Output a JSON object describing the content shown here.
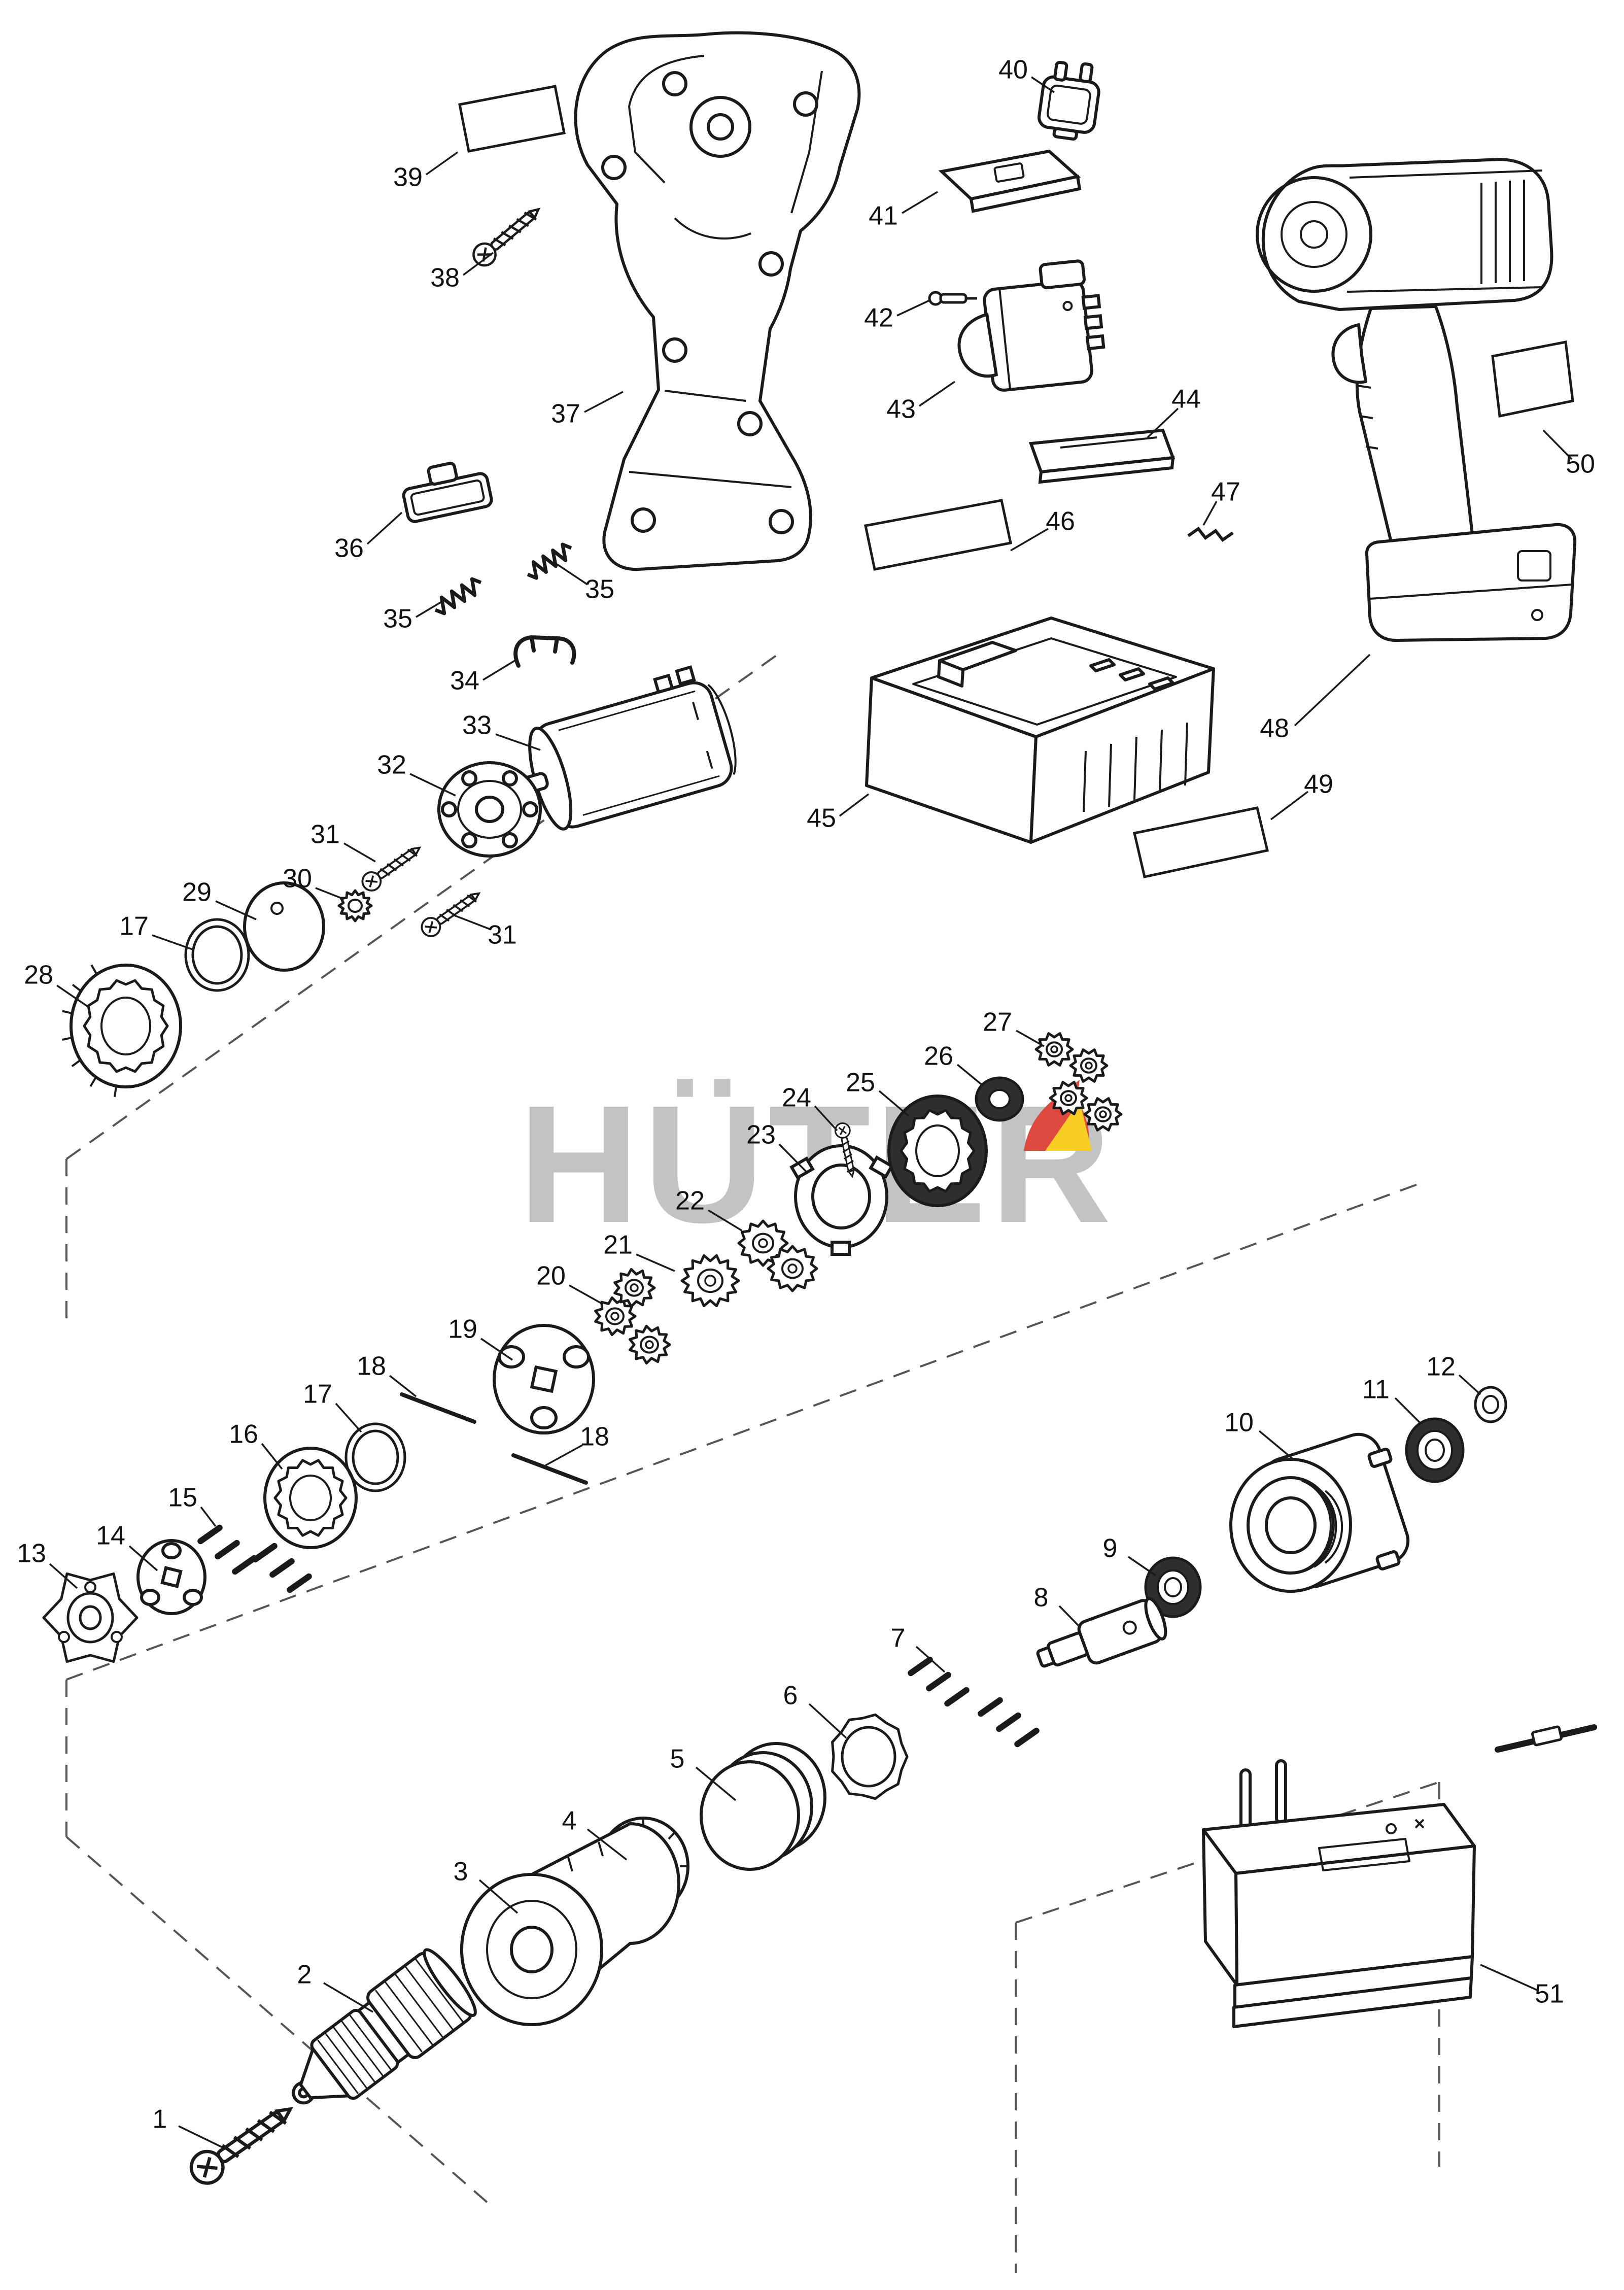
{
  "watermark": {
    "text": "HÜTER",
    "text_color": "#b9b9b9",
    "logo_red": "#d92b1f",
    "logo_yellow": "#f7c600"
  },
  "diagram": {
    "type": "exploded-parts-diagram",
    "line_color": "#1a1a1a",
    "background": "#ffffff",
    "labels": [
      {
        "n": "1",
        "t": [
          315,
          4180
        ],
        "l": [
          352,
          4190,
          445,
          4235
        ]
      },
      {
        "n": "2",
        "t": [
          600,
          3895
        ],
        "l": [
          638,
          3908,
          735,
          3965
        ]
      },
      {
        "n": "3",
        "t": [
          908,
          3692
        ],
        "l": [
          945,
          3705,
          1020,
          3770
        ]
      },
      {
        "n": "4",
        "t": [
          1122,
          3592
        ],
        "l": [
          1158,
          3605,
          1235,
          3665
        ]
      },
      {
        "n": "5",
        "t": [
          1335,
          3470
        ],
        "l": [
          1372,
          3483,
          1450,
          3548
        ]
      },
      {
        "n": "6",
        "t": [
          1558,
          3345
        ],
        "l": [
          1595,
          3358,
          1668,
          3425
        ]
      },
      {
        "n": "7",
        "t": [
          1770,
          3232
        ],
        "l": [
          1806,
          3245,
          1862,
          3295
        ]
      },
      {
        "n": "8",
        "t": [
          2052,
          3152
        ],
        "l": [
          2088,
          3165,
          2130,
          3208
        ]
      },
      {
        "n": "9",
        "t": [
          2188,
          3055
        ],
        "l": [
          2224,
          3068,
          2278,
          3105
        ]
      },
      {
        "n": "10",
        "t": [
          2442,
          2807
        ],
        "l": [
          2482,
          2820,
          2548,
          2875
        ]
      },
      {
        "n": "11",
        "t": [
          2712,
          2742
        ],
        "l": [
          2750,
          2755,
          2800,
          2805
        ]
      },
      {
        "n": "12",
        "t": [
          2840,
          2697
        ],
        "l": [
          2876,
          2710,
          2918,
          2748
        ]
      },
      {
        "n": "13",
        "t": [
          62,
          3065
        ],
        "l": [
          98,
          3082,
          152,
          3130
        ]
      },
      {
        "n": "14",
        "t": [
          218,
          3030
        ],
        "l": [
          255,
          3047,
          310,
          3095
        ]
      },
      {
        "n": "15",
        "t": [
          360,
          2955
        ],
        "l": [
          396,
          2970,
          425,
          3008
        ]
      },
      {
        "n": "16",
        "t": [
          480,
          2830
        ],
        "l": [
          516,
          2845,
          556,
          2895
        ]
      },
      {
        "n": "17",
        "t": [
          626,
          2751
        ],
        "l": [
          662,
          2766,
          712,
          2822
        ]
      },
      {
        "n": "18",
        "t": [
          732,
          2696
        ],
        "l": [
          768,
          2711,
          820,
          2752
        ]
      },
      {
        "n": "19",
        "t": [
          912,
          2623
        ],
        "l": [
          948,
          2638,
          1010,
          2680
        ]
      },
      {
        "n": "18",
        "t": [
          1172,
          2835
        ],
        "l": [
          1148,
          2848,
          1075,
          2888
        ]
      },
      {
        "n": "20",
        "t": [
          1086,
          2518
        ],
        "l": [
          1122,
          2533,
          1188,
          2570
        ]
      },
      {
        "n": "21",
        "t": [
          1218,
          2457
        ],
        "l": [
          1254,
          2472,
          1330,
          2505
        ]
      },
      {
        "n": "22",
        "t": [
          1360,
          2370
        ],
        "l": [
          1396,
          2385,
          1462,
          2425
        ]
      },
      {
        "n": "23",
        "t": [
          1500,
          2240
        ],
        "l": [
          1536,
          2255,
          1592,
          2312
        ]
      },
      {
        "n": "24",
        "t": [
          1570,
          2167
        ],
        "l": [
          1606,
          2180,
          1650,
          2228
        ]
      },
      {
        "n": "25",
        "t": [
          1696,
          2137
        ],
        "l": [
          1733,
          2150,
          1792,
          2200
        ]
      },
      {
        "n": "26",
        "t": [
          1850,
          2085
        ],
        "l": [
          1887,
          2098,
          1938,
          2140
        ]
      },
      {
        "n": "27",
        "t": [
          1966,
          2018
        ],
        "l": [
          2003,
          2031,
          2058,
          2062
        ]
      },
      {
        "n": "28",
        "t": [
          76,
          1925
        ],
        "l": [
          112,
          1942,
          175,
          1985
        ]
      },
      {
        "n": "17",
        "t": [
          264,
          1829
        ],
        "l": [
          300,
          1843,
          382,
          1872
        ]
      },
      {
        "n": "29",
        "t": [
          388,
          1762
        ],
        "l": [
          425,
          1776,
          505,
          1812
        ]
      },
      {
        "n": "30",
        "t": [
          586,
          1735
        ],
        "l": [
          622,
          1750,
          678,
          1772
        ]
      },
      {
        "n": "31",
        "t": [
          641,
          1648
        ],
        "l": [
          678,
          1662,
          740,
          1698
        ]
      },
      {
        "n": "31",
        "t": [
          990,
          1846
        ],
        "l": [
          968,
          1832,
          898,
          1805
        ]
      },
      {
        "n": "32",
        "t": [
          772,
          1511
        ],
        "l": [
          808,
          1525,
          898,
          1568
        ]
      },
      {
        "n": "33",
        "t": [
          940,
          1433
        ],
        "l": [
          977,
          1447,
          1065,
          1478
        ]
      },
      {
        "n": "34",
        "t": [
          916,
          1345
        ],
        "l": [
          952,
          1340,
          1018,
          1300
        ]
      },
      {
        "n": "35",
        "t": [
          784,
          1223
        ],
        "l": [
          820,
          1216,
          872,
          1185
        ]
      },
      {
        "n": "35",
        "t": [
          1182,
          1165
        ],
        "l": [
          1158,
          1152,
          1098,
          1112
        ]
      },
      {
        "n": "36",
        "t": [
          688,
          1084
        ],
        "l": [
          724,
          1072,
          792,
          1010
        ]
      },
      {
        "n": "37",
        "t": [
          1115,
          819
        ],
        "l": [
          1152,
          812,
          1228,
          772
        ]
      },
      {
        "n": "38",
        "t": [
          877,
          551
        ],
        "l": [
          913,
          542,
          972,
          498
        ]
      },
      {
        "n": "39",
        "t": [
          804,
          353
        ],
        "l": [
          840,
          344,
          902,
          300
        ]
      },
      {
        "n": "40",
        "t": [
          1997,
          141
        ],
        "l": [
          2033,
          152,
          2078,
          182
        ]
      },
      {
        "n": "41",
        "t": [
          1741,
          429
        ],
        "l": [
          1778,
          420,
          1848,
          378
        ]
      },
      {
        "n": "42",
        "t": [
          1732,
          630
        ],
        "l": [
          1768,
          622,
          1832,
          592
        ]
      },
      {
        "n": "43",
        "t": [
          1776,
          810
        ],
        "l": [
          1812,
          800,
          1882,
          752
        ]
      },
      {
        "n": "44",
        "t": [
          2338,
          790
        ],
        "l": [
          2322,
          805,
          2262,
          862
        ]
      },
      {
        "n": "45",
        "t": [
          1619,
          1616
        ],
        "l": [
          1655,
          1608,
          1712,
          1565
        ]
      },
      {
        "n": "46",
        "t": [
          2090,
          1031
        ],
        "l": [
          2066,
          1042,
          1992,
          1085
        ]
      },
      {
        "n": "47",
        "t": [
          2416,
          973
        ],
        "l": [
          2398,
          988,
          2372,
          1035
        ]
      },
      {
        "n": "48",
        "t": [
          2512,
          1439
        ],
        "l": [
          2552,
          1430,
          2700,
          1290
        ]
      },
      {
        "n": "49",
        "t": [
          2599,
          1549
        ],
        "l": [
          2578,
          1560,
          2505,
          1615
        ]
      },
      {
        "n": "50",
        "t": [
          3115,
          918
        ],
        "l": [
          3098,
          905,
          3042,
          848
        ]
      },
      {
        "n": "51",
        "t": [
          3054,
          3933
        ],
        "l": [
          3030,
          3922,
          2918,
          3872
        ]
      }
    ]
  }
}
